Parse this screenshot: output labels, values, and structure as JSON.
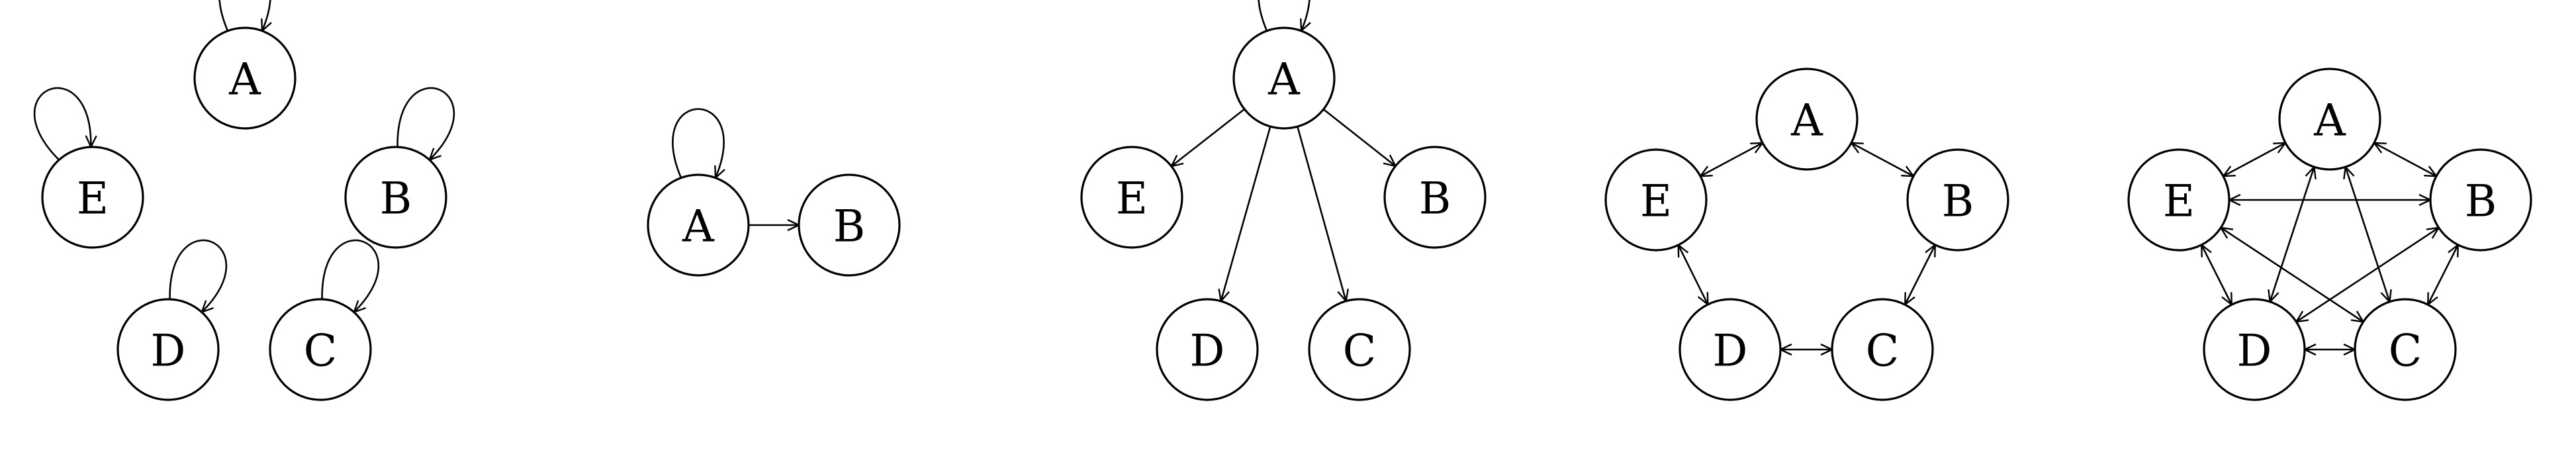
{
  "graphs": [
    {
      "nodes": [
        {
          "id": "A",
          "label": "A"
        },
        {
          "id": "B",
          "label": "B"
        },
        {
          "id": "C",
          "label": "C"
        },
        {
          "id": "D",
          "label": "D"
        },
        {
          "id": "E",
          "label": "E"
        }
      ],
      "edges": [
        {
          "from": "A",
          "to": "A",
          "style": "self-loop"
        },
        {
          "from": "B",
          "to": "B",
          "style": "self-loop"
        },
        {
          "from": "C",
          "to": "C",
          "style": "self-loop"
        },
        {
          "from": "D",
          "to": "D",
          "style": "self-loop"
        },
        {
          "from": "E",
          "to": "E",
          "style": "self-loop"
        }
      ]
    },
    {
      "nodes": [
        {
          "id": "A",
          "label": "A"
        },
        {
          "id": "B",
          "label": "B"
        }
      ],
      "edges": [
        {
          "from": "A",
          "to": "A",
          "style": "self-loop"
        },
        {
          "from": "A",
          "to": "B",
          "style": "directed"
        }
      ]
    },
    {
      "nodes": [
        {
          "id": "A",
          "label": "A"
        },
        {
          "id": "B",
          "label": "B"
        },
        {
          "id": "C",
          "label": "C"
        },
        {
          "id": "D",
          "label": "D"
        },
        {
          "id": "E",
          "label": "E"
        }
      ],
      "edges": [
        {
          "from": "A",
          "to": "A",
          "style": "self-loop"
        },
        {
          "from": "A",
          "to": "B",
          "style": "directed"
        },
        {
          "from": "A",
          "to": "C",
          "style": "directed"
        },
        {
          "from": "A",
          "to": "D",
          "style": "directed"
        },
        {
          "from": "A",
          "to": "E",
          "style": "directed"
        }
      ]
    },
    {
      "nodes": [
        {
          "id": "A",
          "label": "A"
        },
        {
          "id": "B",
          "label": "B"
        },
        {
          "id": "C",
          "label": "C"
        },
        {
          "id": "D",
          "label": "D"
        },
        {
          "id": "E",
          "label": "E"
        }
      ],
      "edges": [
        {
          "from": "A",
          "to": "B",
          "style": "bidirectional"
        },
        {
          "from": "B",
          "to": "C",
          "style": "bidirectional"
        },
        {
          "from": "C",
          "to": "D",
          "style": "bidirectional"
        },
        {
          "from": "D",
          "to": "E",
          "style": "bidirectional"
        },
        {
          "from": "E",
          "to": "A",
          "style": "bidirectional"
        }
      ]
    },
    {
      "nodes": [
        {
          "id": "A",
          "label": "A"
        },
        {
          "id": "B",
          "label": "B"
        },
        {
          "id": "C",
          "label": "C"
        },
        {
          "id": "D",
          "label": "D"
        },
        {
          "id": "E",
          "label": "E"
        }
      ],
      "edges": [
        {
          "from": "A",
          "to": "B",
          "style": "bidirectional"
        },
        {
          "from": "B",
          "to": "C",
          "style": "bidirectional"
        },
        {
          "from": "C",
          "to": "D",
          "style": "bidirectional"
        },
        {
          "from": "D",
          "to": "E",
          "style": "bidirectional"
        },
        {
          "from": "E",
          "to": "A",
          "style": "bidirectional"
        },
        {
          "from": "A",
          "to": "C",
          "style": "bidirectional"
        },
        {
          "from": "A",
          "to": "D",
          "style": "bidirectional"
        },
        {
          "from": "B",
          "to": "D",
          "style": "bidirectional"
        },
        {
          "from": "B",
          "to": "E",
          "style": "bidirectional"
        },
        {
          "from": "C",
          "to": "E",
          "style": "bidirectional"
        }
      ]
    }
  ]
}
